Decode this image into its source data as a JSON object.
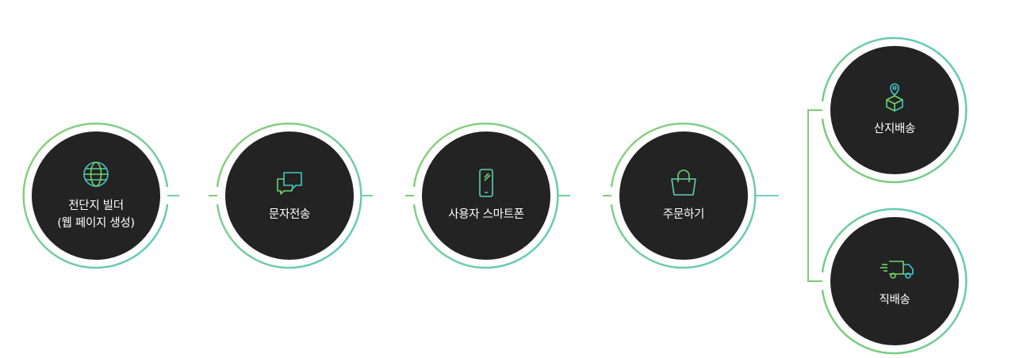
{
  "steps": [
    {
      "label": "전단지 빌더",
      "sublabel": "(웹 페이지 생성)",
      "icon": "globe-icon"
    },
    {
      "label": "문자전송",
      "icon": "chat-bubbles-icon"
    },
    {
      "label": "사용자 스마트폰",
      "icon": "smartphone-icon"
    },
    {
      "label": "주문하기",
      "icon": "shopping-bag-icon"
    }
  ],
  "branches": [
    {
      "label": "산지배송",
      "icon": "box-location-icon"
    },
    {
      "label": "직배송",
      "icon": "delivery-truck-icon"
    }
  ],
  "colors": {
    "ring_start": "#85c96a",
    "ring_end": "#62c9c2",
    "node_fill": "#232323",
    "icon_green": "#6fd36a",
    "icon_teal": "#3fc9c9",
    "connector": "#7ccf6d"
  }
}
